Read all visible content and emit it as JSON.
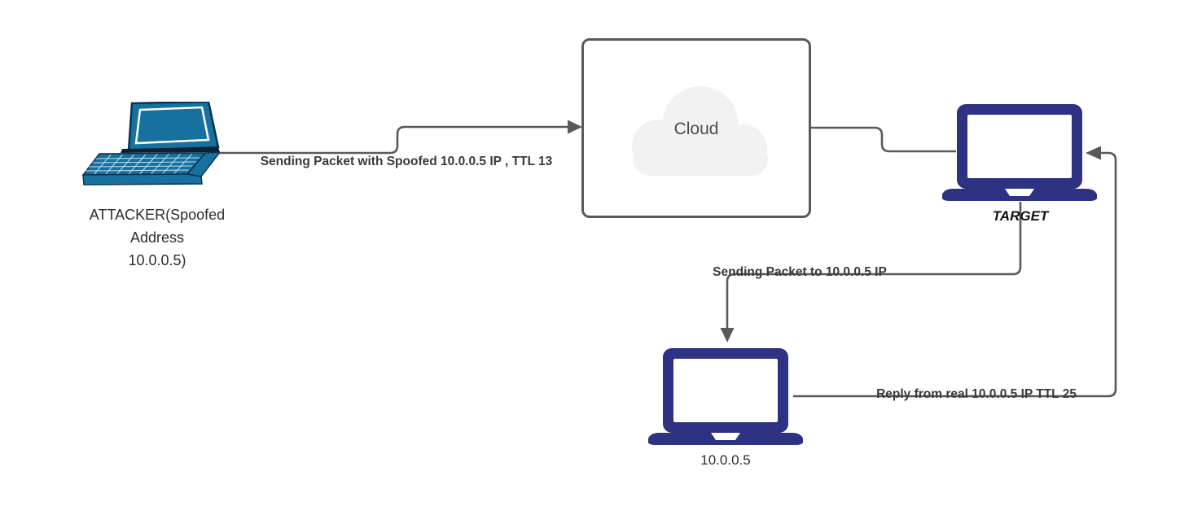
{
  "nodes": {
    "attacker": {
      "icon": "laptop-3d-icon",
      "label_lines": [
        "ATTACKER(Spoofed",
        "Address",
        "10.0.0.5)"
      ]
    },
    "cloud": {
      "icon": "cloud-icon",
      "label": "Cloud"
    },
    "target": {
      "icon": "laptop-icon",
      "label": "TARGET"
    },
    "real_host": {
      "icon": "laptop-icon",
      "label": "10.0.0.5"
    }
  },
  "edges": [
    {
      "from": "attacker",
      "to": "cloud",
      "label": "Sending Packet with Spoofed 10.0.0.5 IP , TTL 13"
    },
    {
      "from": "cloud",
      "to": "target",
      "label": ""
    },
    {
      "from": "target",
      "to": "real_host",
      "label": "Sending Packet to 10.0.0.5 IP"
    },
    {
      "from": "real_host",
      "to": "target",
      "label": "Reply from real 10.0.0.5 IP TTL 25"
    }
  ],
  "colors": {
    "laptop_navy": "#2d3282",
    "laptop_teal": "#16719e",
    "connector_gray": "#595959",
    "cloud_fill": "#f2f2f2",
    "box_border": "#595959",
    "edge_label_text": "#3a3a3a",
    "node_label_text": "#2d2d2d",
    "background": "#ffffff"
  }
}
